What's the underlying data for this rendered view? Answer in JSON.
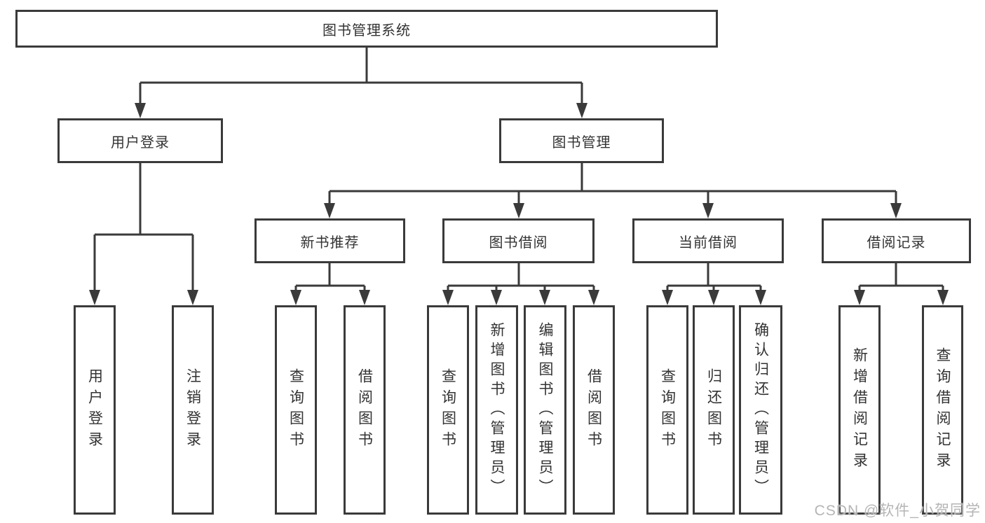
{
  "diagram": {
    "title": "图书管理系统",
    "tree": {
      "root": "图书管理系统",
      "user_login": {
        "label": "用户登录",
        "children": [
          "用户登录",
          "注销登录"
        ]
      },
      "book_management": {
        "label": "图书管理",
        "sections": [
          {
            "label": "新书推荐",
            "children": [
              "查询图书",
              "借阅图书"
            ]
          },
          {
            "label": "图书借阅",
            "children": [
              "查询图书",
              "新增图书（管理员）",
              "编辑图书（管理员）",
              "借阅图书"
            ]
          },
          {
            "label": "当前借阅",
            "children": [
              "查询图书",
              "归还图书",
              "确认归还（管理员）"
            ]
          },
          {
            "label": "借阅记录",
            "children": [
              "新增借阅记录",
              "查询借阅记录"
            ]
          }
        ]
      }
    },
    "watermark": "CSDN @软件_小贺同学",
    "colors": {
      "line": "#3a3a3a",
      "box_border": "#3a3a3a",
      "box_background": "#ffffff",
      "text": "#333333",
      "watermark": "#b5b5b5",
      "background": "#ffffff"
    }
  }
}
